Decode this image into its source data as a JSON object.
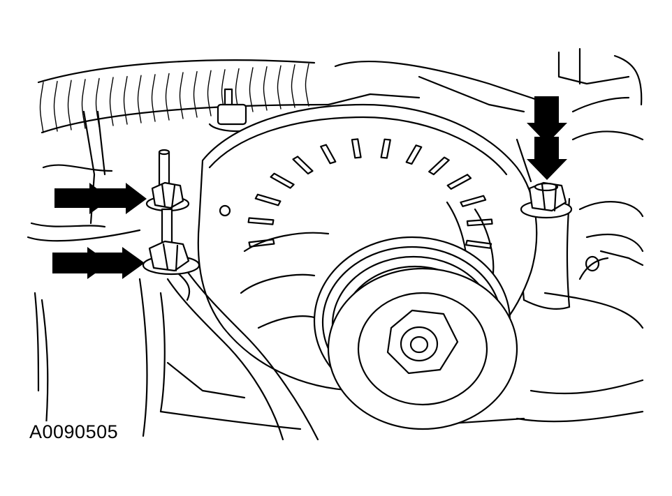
{
  "figure_id": "A0090505",
  "colors": {
    "line": "#000000",
    "background": "#ffffff"
  },
  "callouts": [
    {
      "name": "arrow-upper-left-stud-nut",
      "icon": "arrow-right-icon"
    },
    {
      "name": "arrow-lower-left-stud-nut",
      "icon": "arrow-right-icon"
    },
    {
      "name": "arrow-right-bolt",
      "icon": "arrow-down-icon"
    }
  ]
}
